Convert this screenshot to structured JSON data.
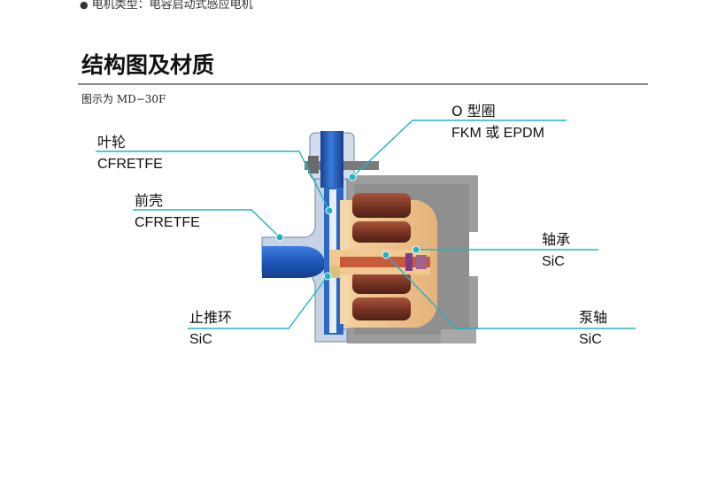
{
  "header": {
    "top_note_bullet": "●",
    "top_note": "电机类型：电容启动式感应电机"
  },
  "section": {
    "title": "结构图及材质",
    "caption": "图示为 MD−30F"
  },
  "parts": {
    "impeller": {
      "name": "叶轮",
      "material": "CFRETFE"
    },
    "front_casing": {
      "name": "前壳",
      "material": "CFRETFE"
    },
    "thrust_ring": {
      "name": "止推环",
      "material": "SiC"
    },
    "o_ring": {
      "name": "O 型圈",
      "material": "FKM 或 EPDM"
    },
    "bearing": {
      "name": "轴承",
      "material": "SiC"
    },
    "pump_shaft": {
      "name": "泵轴",
      "material": "SiC"
    }
  },
  "colors": {
    "leader_line": "#1fb4c4",
    "fluid_blue": "#1d57b8",
    "motor_gray": "#9a9a9a",
    "casing_light": "#c9d6e6",
    "magnet_tan": "#f0c58c",
    "coil_brown": "#7a3b2a",
    "shaft_red": "#c85a3c"
  }
}
